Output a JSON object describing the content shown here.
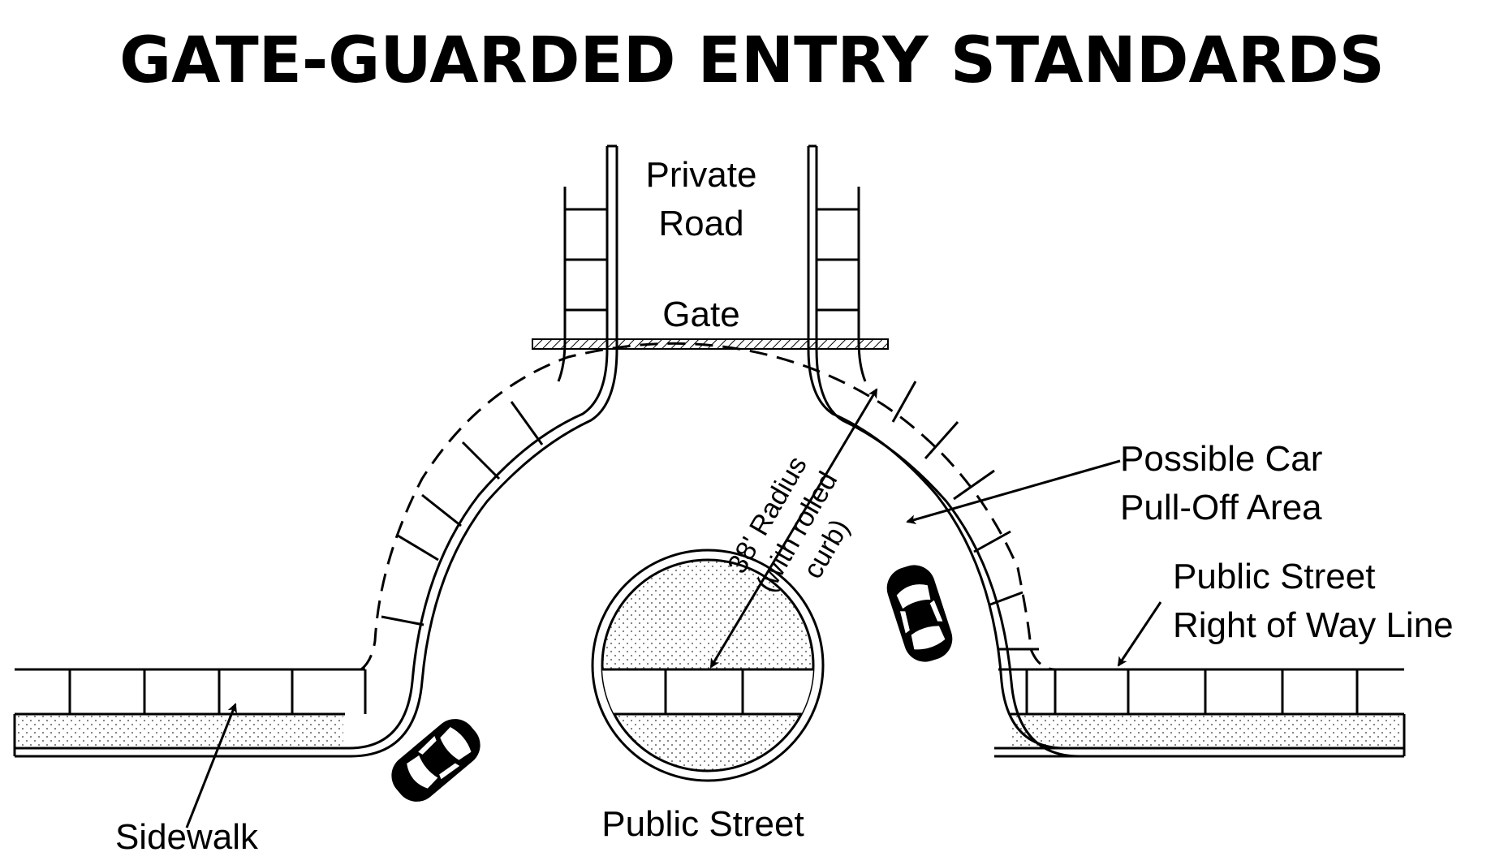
{
  "title": "GATE-GUARDED ENTRY STANDARDS",
  "labels": {
    "private_road": [
      "Private",
      "Road"
    ],
    "gate": "Gate",
    "radius": [
      "38' Radius",
      "(with rolled",
      "curb)"
    ],
    "pull_off": [
      "Possible Car",
      "Pull-Off Area"
    ],
    "row_line": [
      "Public Street",
      "Right of Way Line"
    ],
    "sidewalk": "Sidewalk",
    "public_street": "Public Street"
  },
  "colors": {
    "ink": "#000000",
    "paper": "#ffffff",
    "stipple": "#9a9a9a"
  },
  "icons": [
    "car-icon",
    "arrow-icon",
    "gate-hatch"
  ]
}
